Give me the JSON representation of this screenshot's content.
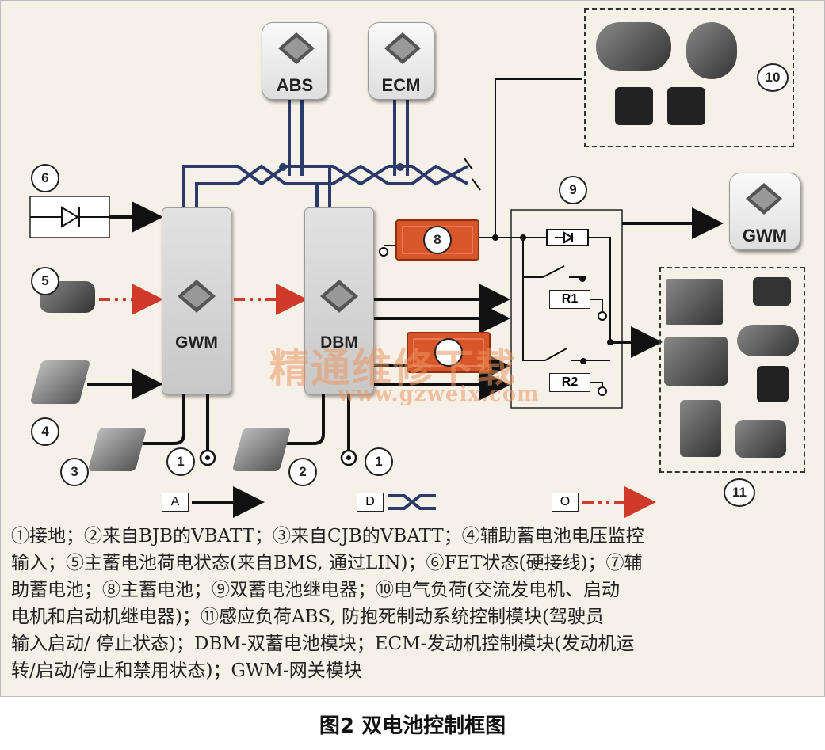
{
  "modules": {
    "abs": "ABS",
    "ecm": "ECM",
    "gwm_main": "GWM",
    "dbm": "DBM",
    "gwm_right": "GWM"
  },
  "relays": {
    "r1": "R1",
    "r2": "R2"
  },
  "callouts": [
    "1",
    "2",
    "3",
    "4",
    "5",
    "6",
    "8",
    "9",
    "10",
    "11"
  ],
  "legend": {
    "a": "A",
    "d": "D",
    "o": "O"
  },
  "watermark": {
    "cn": "精通维修下载",
    "url": "www.gzweix.com"
  },
  "caption": {
    "line1": "①接地；②来自BJB的VBATT；③来自CJB的VBATT；④辅助蓄电池电压监控",
    "line2": "输入；⑤主蓄电池荷电状态(来自BMS, 通过LIN)；⑥FET状态(硬接线)；⑦辅",
    "line3": "助蓄电池；⑧主蓄电池；⑨双蓄电池继电器；⑩电气负荷(交流发电机、启动",
    "line4": "电机和启动机继电器)；⑪感应负荷ABS, 防抱死制动系统控制模块(驾驶员",
    "line5": "输入启动/ 停止状态)；DBM-双蓄电池模块；ECM-发动机控制模块(发动机运",
    "line6": "转/启动/停止和禁用状态)；GWM-网关模块"
  },
  "figure_title": "图2 双电池控制框图",
  "colors": {
    "can": "#2b3a6b",
    "lin": "#d03a2a",
    "wire": "#111111",
    "battery": "#d9552a"
  }
}
